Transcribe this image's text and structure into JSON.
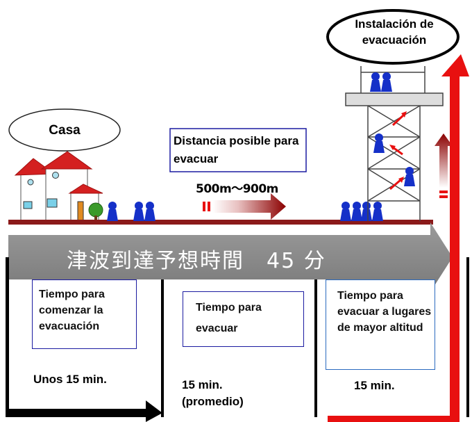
{
  "house_label": "Casa",
  "facility_label": "Instalación de evacuación",
  "distance_label": "Distancia posible para evacuar",
  "distance_range": "500m〜900m",
  "tsunami_banner": "津波到達予想時間　45 分",
  "phases": [
    {
      "box_text": "Tiempo para comenzar la evacuación",
      "duration": "Unos 15 min."
    },
    {
      "box_text": "Tiempo para evacuar",
      "duration": "15 min. (promedio)"
    },
    {
      "box_text": "Tiempo para evacuar a lugares de mayor altitud",
      "duration": "15 min."
    }
  ],
  "colors": {
    "figure_blue": "#1530c8",
    "ground": "#8b1a1a",
    "banner": "#8a8a8a",
    "red_arrow": "#e81010",
    "house_roof": "#d42020",
    "box_border": "#1a1aa0"
  }
}
